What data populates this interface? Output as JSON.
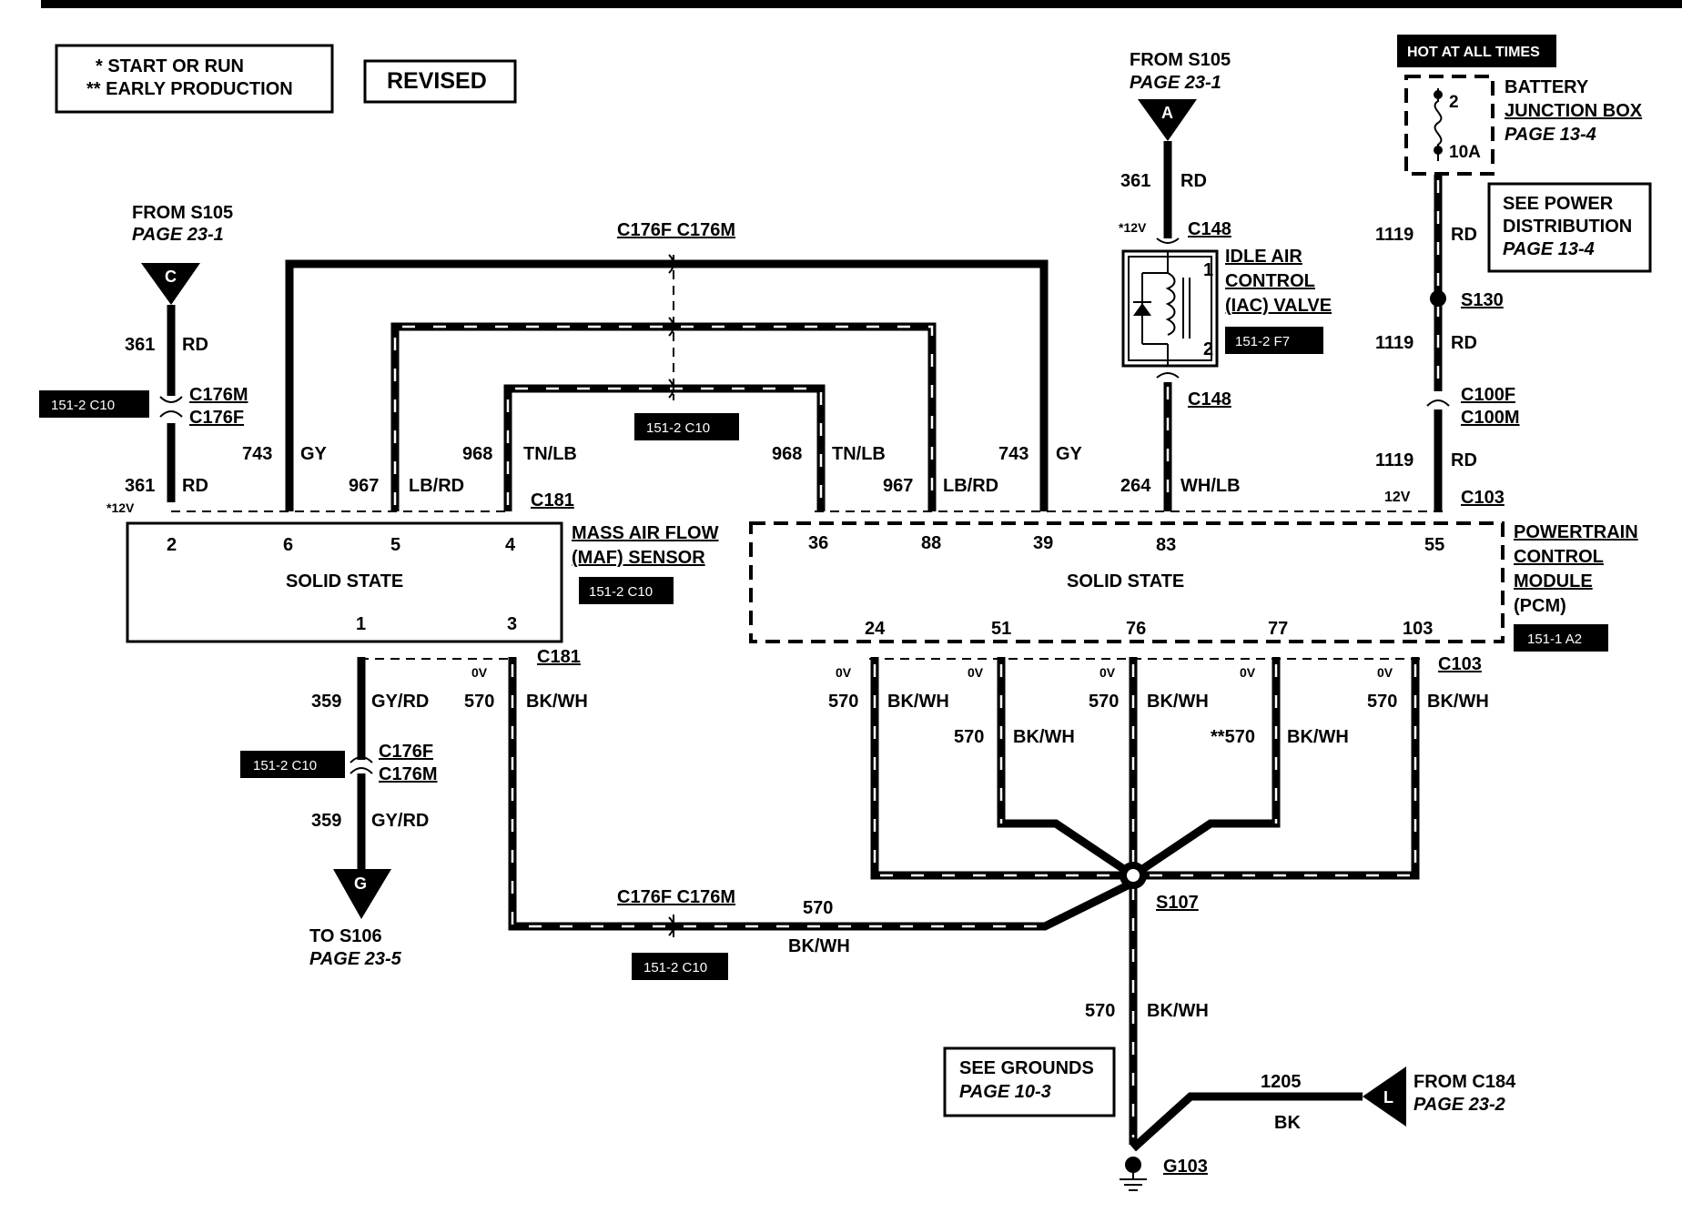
{
  "legend": {
    "line1": "* START OR RUN",
    "line2": "** EARLY PRODUCTION"
  },
  "revised": "REVISED",
  "hot_at_all_times": "HOT AT ALL TIMES",
  "battery_junction_box": {
    "l1": "BATTERY",
    "l2": "JUNCTION BOX",
    "page": "PAGE 13-4",
    "fuse_num": "2",
    "fuse_amp": "10A"
  },
  "see_power": {
    "l1": "SEE POWER",
    "l2": "DISTRIBUTION",
    "page": "PAGE 13-4"
  },
  "see_grounds": {
    "l1": "SEE GROUNDS",
    "page": "PAGE 10-3"
  },
  "conn_a": {
    "letter": "A",
    "from": "FROM S105",
    "page": "PAGE 23-1"
  },
  "conn_c": {
    "letter": "C",
    "from": "FROM S105",
    "page": "PAGE 23-1"
  },
  "conn_g": {
    "letter": "G",
    "to": "TO S106",
    "page": "PAGE 23-5"
  },
  "conn_l": {
    "letter": "L",
    "from": "FROM C184",
    "page": "PAGE 23-2"
  },
  "maf": {
    "l1": "MASS AIR FLOW",
    "l2": "(MAF) SENSOR",
    "state": "SOLID STATE",
    "pins": [
      "2",
      "6",
      "5",
      "4",
      "1",
      "3"
    ],
    "ref": "151-2 C10"
  },
  "pcm": {
    "l1": "POWERTRAIN",
    "l2": "CONTROL",
    "l3": "MODULE",
    "l4": "(PCM)",
    "state": "SOLID STATE",
    "pins_top": [
      "36",
      "88",
      "39",
      "83",
      "55"
    ],
    "pins_bottom": [
      "24",
      "51",
      "76",
      "77",
      "103"
    ],
    "ref": "151-1 A2"
  },
  "iac": {
    "l1": "IDLE AIR",
    "l2": "CONTROL",
    "l3": "(IAC) VALVE",
    "pin1": "1",
    "pin2": "2",
    "ref": "151-2 F7"
  },
  "connectors": {
    "c176f_c176m": "C176F C176M",
    "c176m": "C176M",
    "c176f": "C176F",
    "c181": "C181",
    "c148": "C148",
    "c103": "C103",
    "c100f": "C100F",
    "c100m": "C100M",
    "s130": "S130",
    "s107": "S107",
    "g103": "G103"
  },
  "refs": {
    "c10": "151-2 C10"
  },
  "voltages": {
    "v12": "12V",
    "v12s": "*12V",
    "v0": "0V"
  },
  "wires": {
    "n361": "361",
    "rd": "RD",
    "n743": "743",
    "gy": "GY",
    "n967": "967",
    "lbrd": "LB/RD",
    "n968": "968",
    "tnlb": "TN/LB",
    "n264": "264",
    "whlb": "WH/LB",
    "n1119": "1119",
    "n359": "359",
    "gyrd": "GY/RD",
    "n570": "570",
    "n570s": "**570",
    "bkwh": "BK/WH",
    "n1205": "1205",
    "bk": "BK"
  }
}
